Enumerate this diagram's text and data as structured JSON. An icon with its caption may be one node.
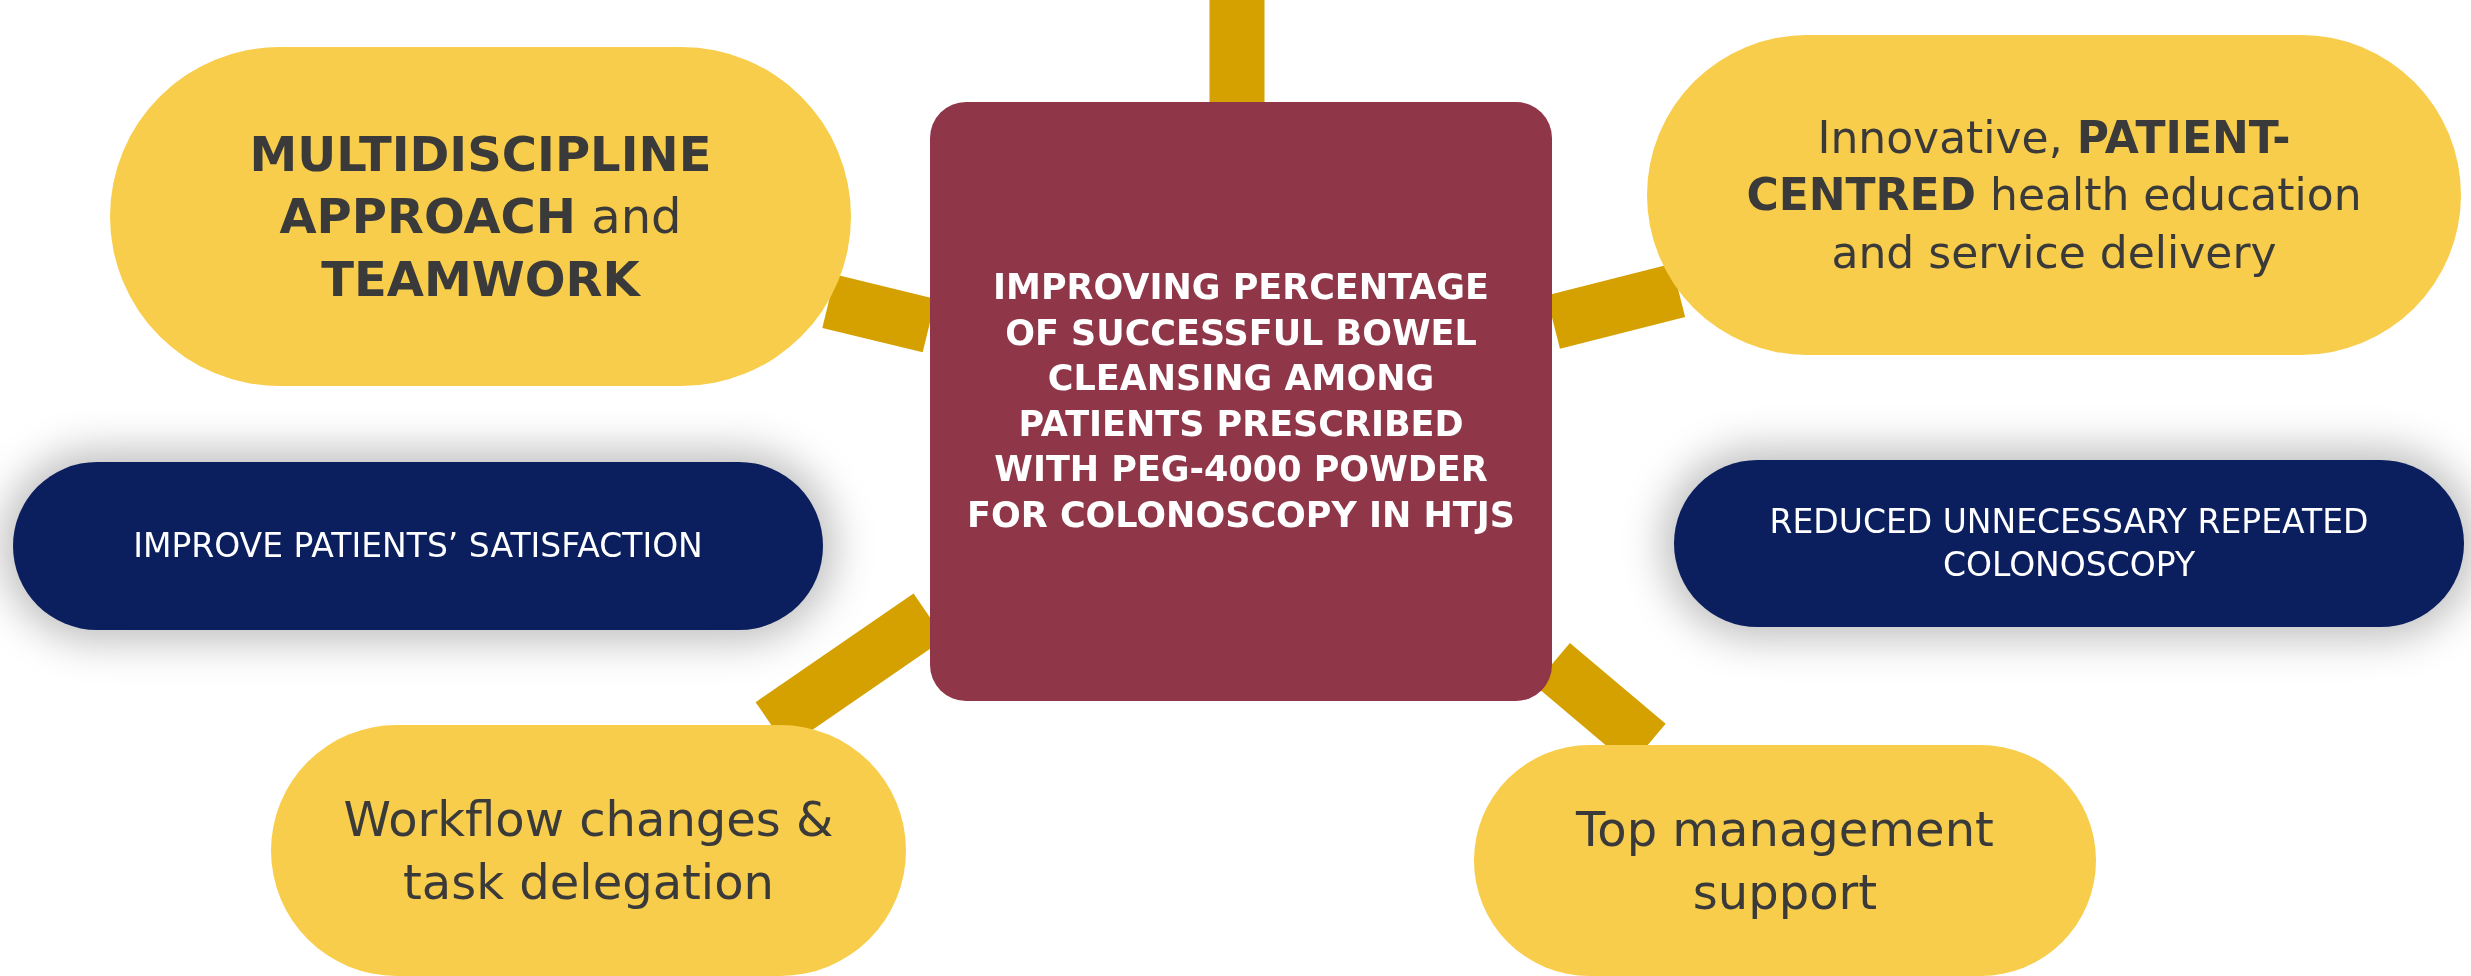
{
  "diagram": {
    "nodes": [
      {
        "text": [
          "**MULTIDISCIPLINE APPROACH** and **TEAMWORK**"
        ]
      },
      {
        "text": [
          "IMPROVING PERCENTAGE OF SUCCESSFUL BOWEL CLEANSING  AMONG PATIENTS PRESCRIBED WITH PEG-4000 POWDER FOR COLONOSCOPY IN HTJS"
        ]
      },
      {
        "text": [
          "Innovative, **PATIENT-CENTRED** health education and service delivery"
        ]
      },
      {
        "text": [
          "IMPROVE PATIENTS’ SATISFACTION"
        ]
      },
      {
        "text": [
          "REDUCED UNNECESSARY REPEATED COLONOSCOPY"
        ]
      },
      {
        "text": [
          "Workflow changes & task delegation"
        ]
      },
      {
        "text": [
          "Top management support"
        ]
      }
    ],
    "edges": [
      {
        "from": null,
        "to": 1,
        "arrow": "none"
      },
      {
        "from": 0,
        "to": 1,
        "arrow": "none"
      },
      {
        "from": 2,
        "to": 1,
        "arrow": "none"
      },
      {
        "from": 5,
        "to": 1,
        "arrow": "none"
      },
      {
        "from": 6,
        "to": 1,
        "arrow": "none"
      }
    ]
  }
}
